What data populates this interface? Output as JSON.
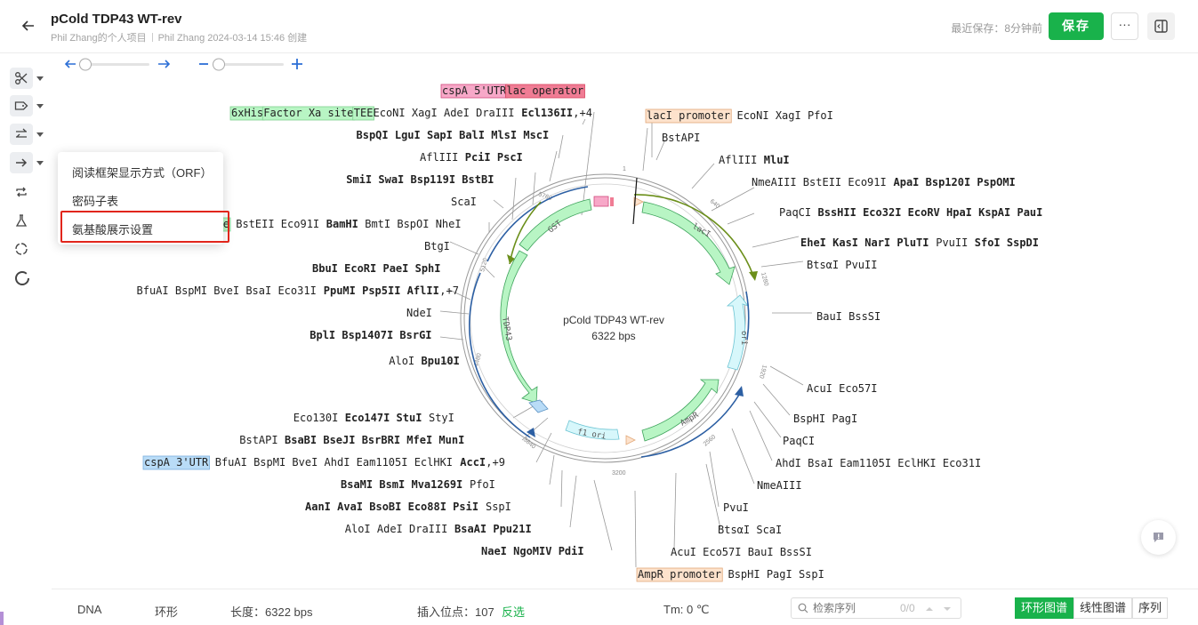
{
  "header": {
    "title": "pCold TDP43 WT-rev",
    "project": "Phil Zhang的个人项目",
    "creator_info": "Phil Zhang 2024-03-14 15:46 创建",
    "last_saved": "最近保存：8分钟前",
    "save_label": "保存",
    "more_label": "···"
  },
  "popup": {
    "items": [
      "阅读框架显示方式（ORF）",
      "密码子表",
      "氨基酸展示设置"
    ]
  },
  "map": {
    "name": "pCold TDP43 WT-rev",
    "length": "6322 bps",
    "ticks": [
      "1",
      "640",
      "1280",
      "1920",
      "2560",
      "3200",
      "3840",
      "4480",
      "5120",
      "5760"
    ],
    "features": [
      "GST",
      "lacI",
      "ori",
      "AmpR",
      "f1 ori",
      "TDP43"
    ],
    "labels": {
      "top1": [
        {
          "text": "cspA 5'UTR",
          "bold": false,
          "box": "pink"
        },
        {
          "text": "lac operator",
          "bold": false,
          "box": "red"
        }
      ],
      "left": [
        {
          "segs": [
            [
              "6xHis",
              "g",
              0
            ],
            [
              "Factor Xa site",
              "g",
              0
            ],
            [
              "TEE",
              "g",
              0
            ],
            [
              "EcoNI XagI AdeI DraIII ",
              "",
              0
            ],
            [
              "Ecl136II",
              "",
              1
            ],
            [
              ",+4",
              "",
              0
            ]
          ]
        },
        {
          "segs": [
            [
              "BspQI LguI SapI BalI MlsI MscI",
              "",
              1
            ]
          ]
        },
        {
          "segs": [
            [
              "AflIII ",
              "",
              0
            ],
            [
              "PciI PscI",
              "",
              1
            ]
          ]
        },
        {
          "segs": [
            [
              "SmiI SwaI Bsp119I BstBI",
              "",
              1
            ]
          ]
        },
        {
          "segs": [
            [
              "ScaI",
              "",
              0
            ]
          ]
        },
        {
          "segs": [
            [
              "te",
              "g",
              0
            ],
            [
              " BstEII Eco91I ",
              "",
              0
            ],
            [
              "BamHI",
              "",
              1
            ],
            [
              " BmtI BspOI NheI",
              "",
              0
            ]
          ]
        },
        {
          "segs": [
            [
              "BtgI",
              "",
              0
            ]
          ]
        },
        {
          "segs": [
            [
              "BbuI EcoRI PaeI SphI",
              "",
              1
            ]
          ]
        },
        {
          "segs": [
            [
              "BfuAI BspMI BveI BsaI Eco31I ",
              "",
              0
            ],
            [
              "PpuMI Psp5II AflII",
              "",
              1
            ],
            [
              ",+7",
              "",
              0
            ]
          ]
        },
        {
          "segs": [
            [
              "NdeI",
              "",
              0
            ]
          ]
        },
        {
          "segs": [
            [
              "BplI Bsp1407I BsrGI",
              "",
              1
            ]
          ]
        },
        {
          "segs": [
            [
              "AloI ",
              "",
              0
            ],
            [
              "Bpu10I",
              "",
              1
            ]
          ]
        },
        {
          "segs": [
            [
              "Eco130I ",
              "",
              0
            ],
            [
              "Eco147I StuI",
              "",
              1
            ],
            [
              " StyI",
              "",
              0
            ]
          ]
        },
        {
          "segs": [
            [
              "BstAPI ",
              "",
              0
            ],
            [
              "BsaBI BseJI BsrBRI MfeI MunI",
              "",
              1
            ]
          ]
        },
        {
          "segs": [
            [
              "cspA 3'UTR",
              "b",
              0
            ],
            [
              " BfuAI BspMI BveI AhdI Eam1105I EclHKI ",
              "",
              0
            ],
            [
              "AccI",
              "",
              1
            ],
            [
              ",+9",
              "",
              0
            ]
          ]
        },
        {
          "segs": [
            [
              "BsaMI BsmI Mva1269I",
              "",
              1
            ],
            [
              " PfoI",
              "",
              0
            ]
          ]
        },
        {
          "segs": [
            [
              "AanI AvaI BsoBI Eco88I PsiI",
              "",
              1
            ],
            [
              " SspI",
              "",
              0
            ]
          ]
        },
        {
          "segs": [
            [
              "AloI AdeI DraIII ",
              "",
              0
            ],
            [
              "BsaAI Ppu21I",
              "",
              1
            ]
          ]
        },
        {
          "segs": [
            [
              "NaeI NgoMIV PdiI",
              "",
              1
            ]
          ]
        }
      ],
      "right": [
        {
          "segs": [
            [
              "lacI promoter",
              "o",
              0
            ],
            [
              " EcoNI XagI PfoI",
              "",
              0
            ]
          ]
        },
        {
          "segs": [
            [
              "BstAPI",
              "",
              0
            ]
          ]
        },
        {
          "segs": [
            [
              "AflIII ",
              "",
              0
            ],
            [
              "MluI",
              "",
              1
            ]
          ]
        },
        {
          "segs": [
            [
              "NmeAIII BstEII Eco91I ",
              "",
              0
            ],
            [
              "ApaI Bsp120I PspOMI",
              "",
              1
            ]
          ]
        },
        {
          "segs": [
            [
              "PaqCI ",
              "",
              0
            ],
            [
              "BssHII Eco32I EcoRV HpaI KspAI PauI",
              "",
              1
            ]
          ]
        },
        {
          "segs": [
            [
              "EheI KasI NarI PluTI",
              "",
              1
            ],
            [
              " PvuII ",
              "",
              0
            ],
            [
              "SfoI SspDI",
              "",
              1
            ]
          ]
        },
        {
          "segs": [
            [
              "BtsαI PvuII",
              "",
              0
            ]
          ]
        },
        {
          "segs": [
            [
              "BauI BssSI",
              "",
              0
            ]
          ]
        },
        {
          "segs": [
            [
              "AcuI Eco57I",
              "",
              0
            ]
          ]
        },
        {
          "segs": [
            [
              "BspHI PagI",
              "",
              0
            ]
          ]
        },
        {
          "segs": [
            [
              "PaqCI",
              "",
              0
            ]
          ]
        },
        {
          "segs": [
            [
              "AhdI BsaI Eam1105I EclHKI Eco31I",
              "",
              0
            ]
          ]
        },
        {
          "segs": [
            [
              "NmeAIII",
              "",
              0
            ]
          ]
        },
        {
          "segs": [
            [
              "PvuI",
              "",
              0
            ]
          ]
        },
        {
          "segs": [
            [
              "BtsαI ScaI",
              "",
              0
            ]
          ]
        },
        {
          "segs": [
            [
              "AcuI Eco57I BauI BssSI",
              "",
              0
            ]
          ]
        },
        {
          "segs": [
            [
              "AmpR promoter",
              "o",
              0
            ],
            [
              " BspHI PagI SspI",
              "",
              0
            ]
          ]
        }
      ]
    }
  },
  "footer": {
    "type": "DNA",
    "topology": "环形",
    "length": "长度：6322 bps",
    "insert": "插入位点：107",
    "invert": "反选",
    "tm": "Tm: 0 ℃",
    "search_placeholder": "检索序列",
    "search_count": "0/0",
    "views": [
      "环形图谱",
      "线性图谱",
      "序列"
    ]
  },
  "colors": {
    "accent": "#19b24b",
    "feature_green": "#b8f5c4",
    "feature_cyan": "#d7f7fb",
    "highlight_red": "#e1251b",
    "label_pink": "#f7a8c8",
    "label_red": "#f07c94",
    "label_orange": "#fde2cc",
    "label_blue": "#b9dcf7"
  }
}
